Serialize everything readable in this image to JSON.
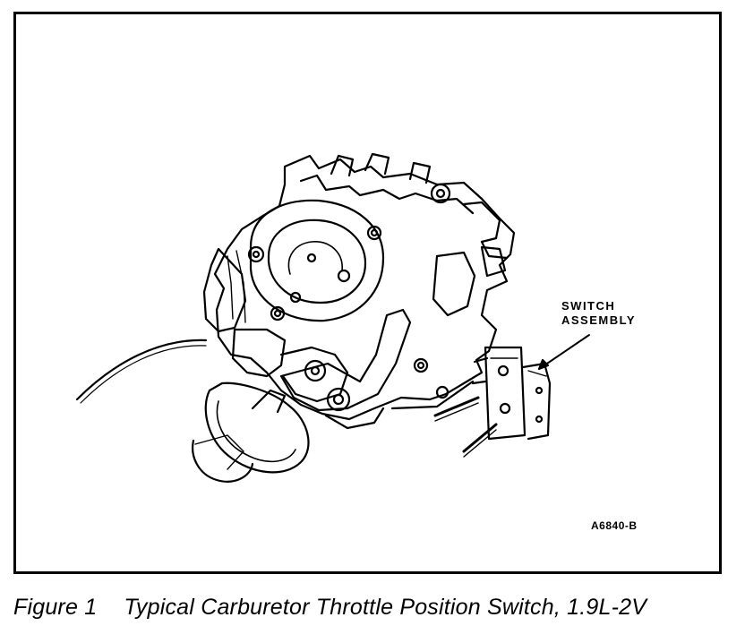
{
  "figure": {
    "label": "Figure 1",
    "title": "Typical Carburetor Throttle Position Switch, 1.9L-2V"
  },
  "callouts": {
    "switch_assembly_line1": "SWITCH",
    "switch_assembly_line2": "ASSEMBLY"
  },
  "drawing_code": "A6840-B",
  "colors": {
    "ink": "#000000",
    "paper": "#ffffff"
  },
  "icons": [
    "carburetor-illustration",
    "leader-arrow"
  ]
}
